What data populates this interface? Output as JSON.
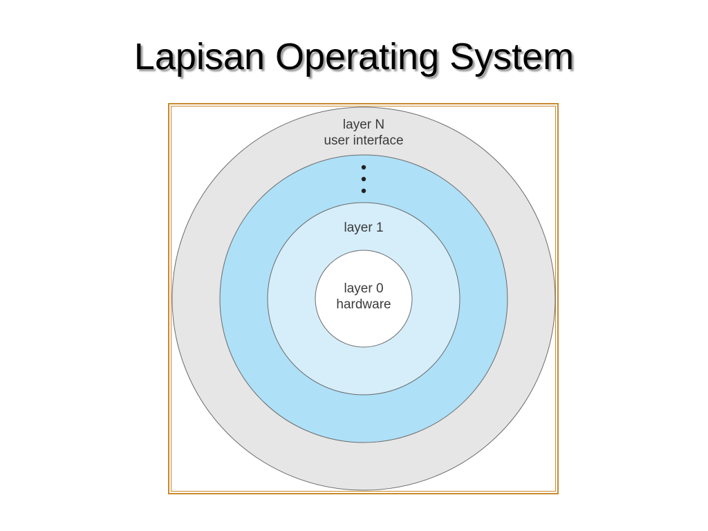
{
  "slide": {
    "title": "Lapisan Operating System"
  },
  "diagram": {
    "layers": [
      {
        "id": "layer-n",
        "label_line1": "layer N",
        "label_line2": "user interface",
        "fill": "#e6e6e6"
      },
      {
        "id": "layer-middle",
        "label_line1": "",
        "label_line2": "",
        "fill": "#aee0f7",
        "ellipsis": "more layers"
      },
      {
        "id": "layer-1",
        "label_line1": "layer 1",
        "label_line2": "",
        "fill": "#d6eefa"
      },
      {
        "id": "layer-0",
        "label_line1": "layer 0",
        "label_line2": "hardware",
        "fill": "#ffffff"
      }
    ],
    "colors": {
      "frame_border": "#c8892e",
      "ring_stroke": "#6a6a6a",
      "text": "#3a3a3a",
      "dots": "#222222"
    }
  }
}
